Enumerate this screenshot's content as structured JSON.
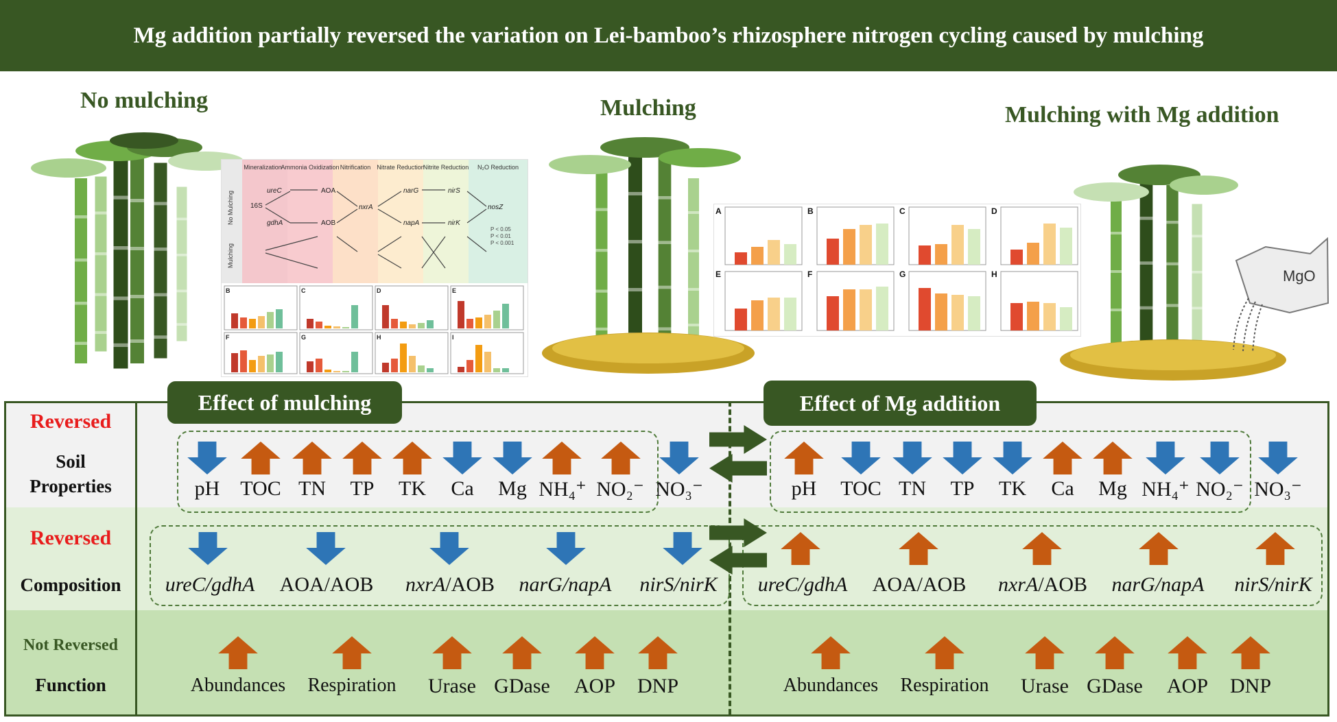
{
  "title": "Mg addition partially reversed the variation on Lei-bamboo’s rhizosphere nitrogen cycling caused by mulching",
  "scenes": {
    "no_mulching": "No mulching",
    "mulching": "Mulching",
    "mulching_mg": "Mulching with Mg addition"
  },
  "mgo_label": "MgO",
  "pathway_figure": {
    "headers": [
      "Mineralization",
      "Ammonia Oxidization",
      "Nitrification",
      "Nitrate Reduction",
      "Nitrite Reduction",
      "N₂O Reduction"
    ],
    "row_labels": [
      "No Mulching",
      "Mulching"
    ],
    "genes": {
      "s16": "16S",
      "urec": "ureC",
      "gdha": "gdhA",
      "aoa": "AOA",
      "aob": "AOB",
      "nxra": "nxrA",
      "narg": "narG",
      "napa": "napA",
      "nirs": "nirS",
      "nirk": "nirK",
      "nosz": "nosZ"
    },
    "legend": [
      "P < 0.05",
      "P < 0.01",
      "P < 0.001"
    ],
    "panel_letters": [
      "B",
      "C",
      "D",
      "E",
      "F",
      "G",
      "H",
      "I"
    ]
  },
  "mg_figure": {
    "panel_letters": [
      "A",
      "B",
      "C",
      "D",
      "E",
      "F",
      "G",
      "H"
    ]
  },
  "effects": {
    "mulching": "Effect of mulching",
    "mg": "Effect of Mg addition"
  },
  "rows": {
    "soil": {
      "status": "Reversed",
      "name_line1": "Soil",
      "name_line2": "Properties"
    },
    "composition": {
      "status": "Reversed",
      "name": "Composition"
    },
    "function": {
      "status": "Not Reversed",
      "name": "Function"
    }
  },
  "soil_labels": {
    "pH": "pH",
    "TOC": "TOC",
    "TN": "TN",
    "TP": "TP",
    "TK": "TK",
    "Ca": "Ca",
    "Mg": "Mg",
    "NH4": "NH₄⁺",
    "NO2": "NO₂⁻",
    "NO3": "NO₃⁻"
  },
  "composition_labels": {
    "c1a": "ureC/gdhA",
    "c2": "AOA/AOB",
    "c3a": "nxrA",
    "c3b": "/AOB",
    "c4": "narG/napA",
    "c5": "nirS/nirK"
  },
  "function_labels": [
    "Abundances",
    "Respiration",
    "Urase",
    "GDase",
    "AOP",
    "DNP"
  ],
  "colors": {
    "banner": "#385723",
    "arrow_up": "#c55a11",
    "arrow_down": "#2e75b6",
    "reversed": "#e81c1c",
    "row_soil": "#f2f2f2",
    "row_comp": "#e2efd9",
    "row_func": "#c5e0b3"
  },
  "arrows": {
    "mulching_soil": [
      "down",
      "up",
      "up",
      "up",
      "up",
      "down",
      "down",
      "up",
      "up",
      "down"
    ],
    "mg_soil": [
      "up",
      "down",
      "down",
      "down",
      "down",
      "up",
      "up",
      "down",
      "down",
      "down"
    ],
    "mulching_composition": [
      "down",
      "down",
      "down",
      "down",
      "down"
    ],
    "mg_composition": [
      "up",
      "up",
      "up",
      "up",
      "up"
    ],
    "function": [
      "up",
      "up",
      "up",
      "up",
      "up",
      "up"
    ]
  }
}
